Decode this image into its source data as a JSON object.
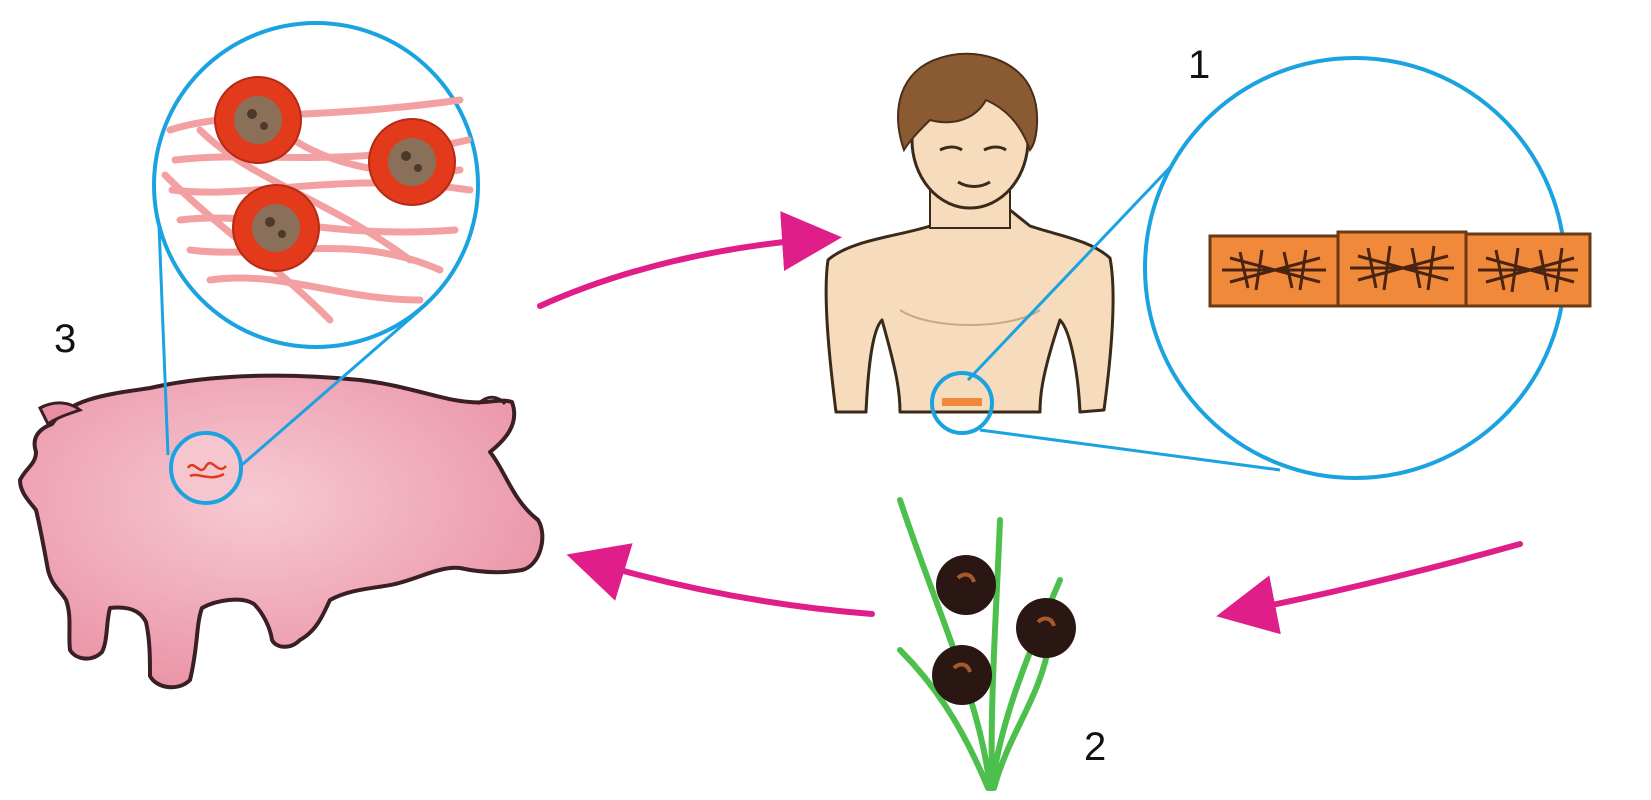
{
  "labels": {
    "stage_1": "1",
    "stage_2": "2",
    "stage_3": "3"
  },
  "colors": {
    "arrow": "#e01e8a",
    "magnifier": "#1aa3e0",
    "pig_fill": "#efa3b4",
    "pig_outline": "#3a1f24",
    "skin": "#f6dcbc",
    "hair": "#8a5a32",
    "segment": "#f08a3a",
    "cyst": "#e23a1a",
    "muscle_fiber": "#f3a0a3",
    "egg": "#2a1613",
    "grass": "#4cbf4c"
  },
  "icons": [
    "human-icon",
    "pig-icon",
    "grass-icon",
    "tapeworm-segments-icon",
    "muscle-cysts-icon",
    "eggs-icon"
  ]
}
